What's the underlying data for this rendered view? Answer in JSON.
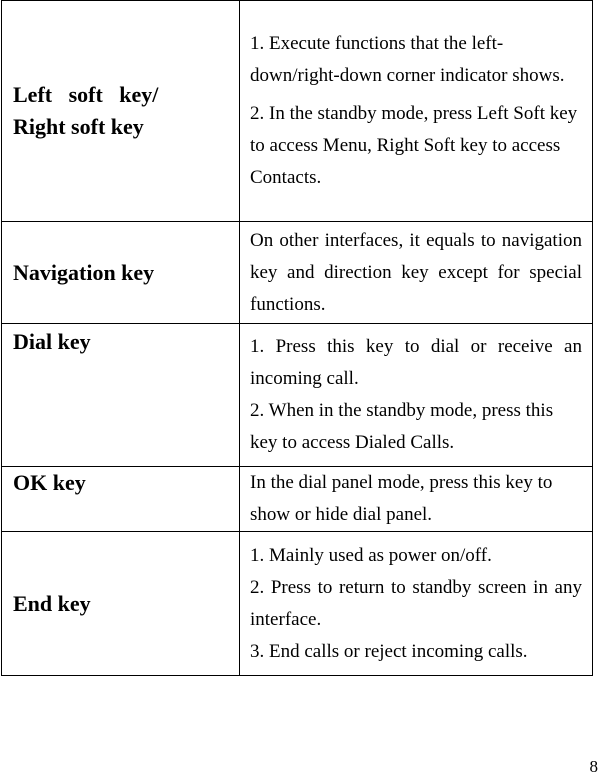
{
  "rows": [
    {
      "key_line1": "Left   soft   key/",
      "key_line2": "Right soft key",
      "desc": [
        "1. Execute functions that the left-down/right-down corner indicator shows.",
        "2. In the standby mode, press Left Soft key to access Menu, Right Soft key to access Contacts."
      ]
    },
    {
      "key": "Navigation key",
      "desc": [
        "On other interfaces, it equals to navigation key and direction key except for special functions."
      ]
    },
    {
      "key": "Dial key",
      "desc": [
        "1. Press this key to dial or receive an incoming call.",
        "2. When in the standby mode, press this key to access Dialed Calls."
      ]
    },
    {
      "key": "OK key",
      "desc": [
        "In the dial panel mode, press this key to show or hide dial panel."
      ]
    },
    {
      "key": "End key",
      "desc": [
        "1. Mainly used as power on/off.",
        "2. Press to return to standby screen in any interface.",
        "3. End calls or reject incoming calls."
      ]
    }
  ],
  "page_number": "8"
}
